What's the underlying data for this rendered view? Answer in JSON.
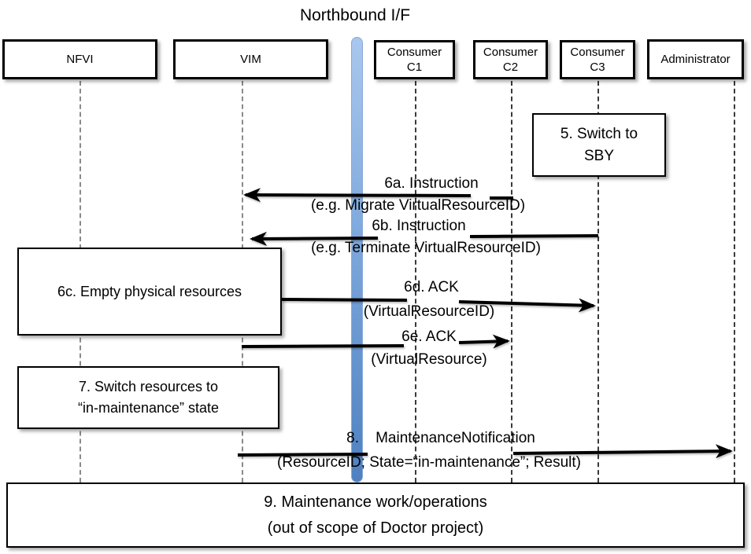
{
  "title": "Northbound I/F",
  "actors": {
    "nfvi": {
      "label": "NFVI"
    },
    "vim": {
      "label": "VIM"
    },
    "c1": {
      "line1": "Consumer",
      "line2": "C1"
    },
    "c2": {
      "line1": "Consumer",
      "line2": "C2"
    },
    "c3": {
      "line1": "Consumer",
      "line2": "C3"
    },
    "admin": {
      "label": "Administrator"
    }
  },
  "boxes": {
    "b5": {
      "line1": "5. Switch to",
      "line2": "SBY"
    },
    "b6c": {
      "line1": "6c. Empty physical resources"
    },
    "b7": {
      "line1": "7. Switch resources to",
      "line2": "“in-maintenance” state"
    },
    "b9": {
      "line1": "9. Maintenance work/operations",
      "line2": "(out of scope of Doctor project)"
    }
  },
  "messages": {
    "m6a": {
      "line1": "6a. Instruction",
      "line2": "(e.g. Migrate VirtualResourceID)"
    },
    "m6b": {
      "line1": "6b. Instruction",
      "line2": "(e.g. Terminate VirtualResourceID)"
    },
    "m6d": {
      "line1": "6d. ACK",
      "line2": "(VirtualResourceID)"
    },
    "m6e": {
      "line1": "6e. ACK",
      "line2": "(VirtualResource)"
    },
    "m8": {
      "line1": "8.    MaintenanceNotification",
      "line2": "(ResourceID; State=“in-maintenance”; Result)"
    }
  },
  "colors": {
    "nbi_bar_top": "#a9c7ee",
    "nbi_bar_bottom": "#4e80c0",
    "line_black": "#000000",
    "lifeline_gray": "#8a8a8a"
  }
}
